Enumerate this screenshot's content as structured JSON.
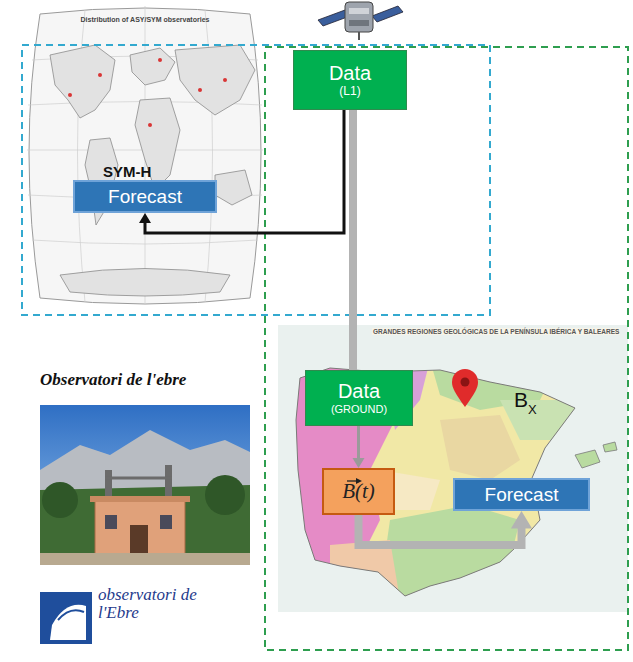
{
  "diagram": {
    "nodes": [
      {
        "text": [
          "Data",
          "(L1)"
        ]
      },
      {
        "text": [
          "Forecast"
        ]
      },
      {
        "text": [
          "Data",
          "(GROUND)"
        ]
      },
      {
        "text": [
          "B(t)"
        ]
      },
      {
        "text": [
          "Forecast"
        ]
      }
    ],
    "edges": [
      {
        "from": 0,
        "to": 1,
        "arrow": "to"
      },
      {
        "from": 0,
        "to": 2,
        "arrow": "none"
      },
      {
        "from": 2,
        "to": 3,
        "arrow": "to"
      },
      {
        "from": 3,
        "to": 4,
        "arrow": "to"
      }
    ],
    "labels": [
      "Distribution of ASY/SYM observatories",
      "SYM-H",
      "GRANDES REGIONES GEOLÓGICAS DE LA PENÍNSULA IBÉRICA Y BALEARES",
      "B",
      "X",
      "Observatori de l'ebre",
      "observatori de l'Ebre"
    ]
  }
}
